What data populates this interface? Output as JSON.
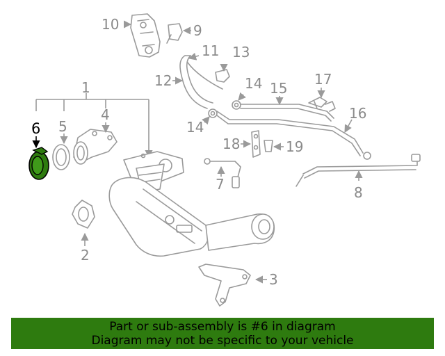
{
  "callouts": {
    "n1": "1",
    "n2": "2",
    "n3": "3",
    "n4": "4",
    "n5": "5",
    "n6": "6",
    "n7": "7",
    "n8": "8",
    "n9": "9",
    "n10": "10",
    "n11": "11",
    "n12": "12",
    "n13": "13",
    "n14a": "14",
    "n14b": "14",
    "n15": "15",
    "n16": "16",
    "n17": "17",
    "n18": "18",
    "n19": "19"
  },
  "highlight": {
    "part": "6",
    "color": "#2e7b0f"
  },
  "banner": {
    "line1": "Part or sub-assembly is #6 in diagram",
    "line2": "Diagram may not be specific to your vehicle",
    "background": "#2e7b0f"
  }
}
